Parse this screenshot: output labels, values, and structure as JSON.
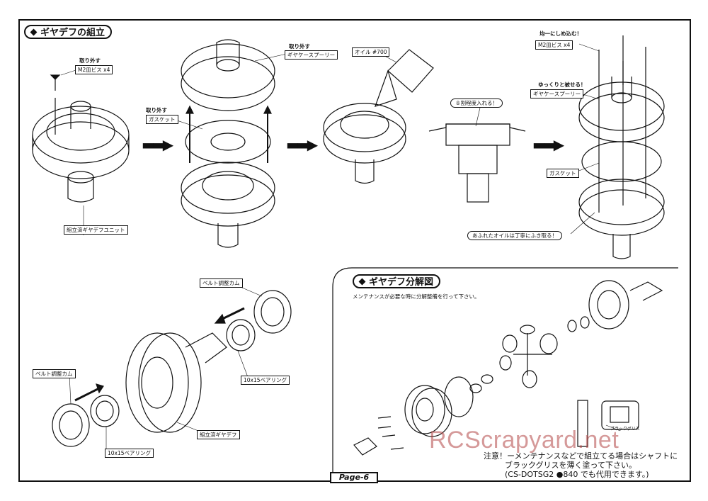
{
  "sections": {
    "assembly_title": "ギヤデフの組立",
    "exploded_title": "ギヤデフ分解図"
  },
  "step1": {
    "remove": "取り外す",
    "screws": "M2皿ビス x4",
    "unit": "組立済ギヤデフユニット"
  },
  "step2": {
    "remove_top": "取り外す",
    "gear_case_pulley": "ギヤケースプーリー",
    "remove_mid": "取り外す",
    "gasket": "ガスケット"
  },
  "step3": {
    "oil": "オイル #700"
  },
  "step4": {
    "fill": "８割程度入れる！"
  },
  "step5": {
    "tighten": "均一にしめ込む！",
    "screws": "M2皿ビス x4",
    "cover": "ゆっくりと被せる！",
    "gear_case_pulley": "ギヤケースプーリー",
    "gasket": "ガスケット",
    "wipe": "あふれたオイルは丁寧にふき取る！"
  },
  "belt_assembly": {
    "cam_top": "ベルト調整カム",
    "bearing_top": "10x15ベアリング",
    "cam_left": "ベルト調整カム",
    "bearing_left": "10x15ベアリング",
    "diff": "組立済ギヤデフ"
  },
  "exploded": {
    "maintenance": "メンテナンスが必要な時に分解整備を行って下さい。",
    "black_grease": "ブラックグリス",
    "note_line1": "注意！ーメンテナンスなどで組立てる場合はシャフトに",
    "note_line2": "ブラックグリスを薄く塗って下さい。",
    "note_line3": "(CS-DOTSG2 ●840 でも代用できます。)"
  },
  "page": "Page-6",
  "watermark": "RCScrapyard.net"
}
